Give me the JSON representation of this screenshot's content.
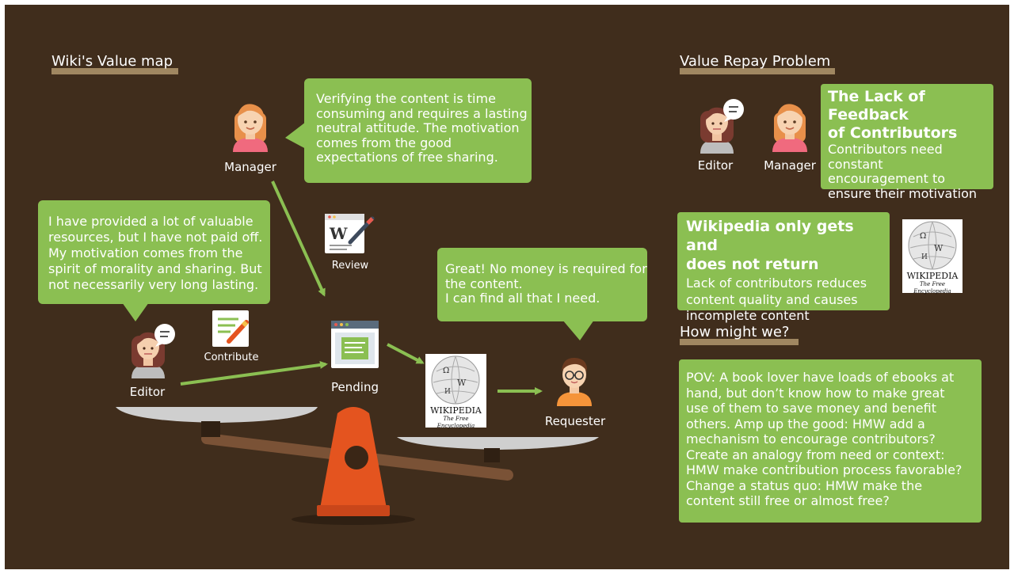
{
  "headings": {
    "value_map": "Wiki's Value map",
    "value_repay": "Value Repay Problem",
    "how_might_we": "How might we?"
  },
  "bubbles": {
    "manager": "Verifying the content is time\nconsuming and requires a lasting\nneutral attitude. The motivation\ncomes from the good\nexpectations of free sharing.",
    "editor": "I have provided a lot of valuable\nresources, but I have not paid off.\nMy motivation comes from the\nspirit of morality and sharing. But\nnot necessarily very long lasting.",
    "requester": "Great! No money is required for\nthe content.\nI can find all that I need."
  },
  "roles": {
    "manager": "Manager",
    "editor": "Editor",
    "requester": "Requester",
    "pending": "Pending",
    "review": "Review",
    "contribute": "Contribute",
    "right_editor": "Editor",
    "right_manager": "Manager"
  },
  "problems": {
    "feedback_title": "The Lack of Feedback\nof Contributors",
    "feedback_body": "Contributors need\nconstant\nencouragement to\nensure their motivation",
    "wiki_title": "Wikipedia only gets and\ndoes not return",
    "wiki_body": "Lack of contributors reduces\ncontent quality and causes\nincomplete content"
  },
  "pov": "POV: A book lover have loads of ebooks at\nhand, but don’t know how to make great\nuse of them to save money and benefit\nothers. Amp up the good: HMW add a\nmechanism to encourage contributors?\nCreate an analogy from need or context:\nHMW make contribution process favorable?\nChange a status quo: HMW make the\ncontent still free or almost free?",
  "logo": {
    "wordmark": "WIKIPEDIA",
    "tagline": "The Free Encyclopedia"
  },
  "colors": {
    "background": "#402d1c",
    "bubble_green": "#8bbf52",
    "underline": "#a08761",
    "arrow_green": "#8bbf52",
    "fulcrum": "#e4541f",
    "beam": "#7a5236"
  }
}
